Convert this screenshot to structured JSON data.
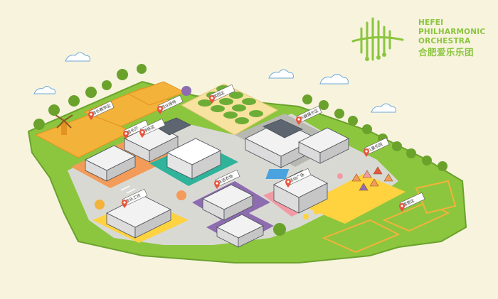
{
  "brand": {
    "line1": "HEFEI",
    "line2": "PHILHARMONIC",
    "line3": "ORCHESTRA",
    "chinese": "合肥爱乐乐团",
    "color": "#8bc53f"
  },
  "colors": {
    "background": "#f7f3dd",
    "grass": "#8cc63f",
    "grass_dark": "#6aa22c",
    "path": "#d9d9d4",
    "wheat": "#f3b23a",
    "farm": "#f8e2a0",
    "plot_green": "#6cae35",
    "zone_pink": "#f29aa4",
    "zone_purple": "#8e6cb0",
    "zone_yellow": "#ffd23f",
    "zone_teal": "#2fb39a",
    "zone_orange": "#f39c5a",
    "pin_red": "#e8553d",
    "building_white": "#f2f2f2",
    "roof_gray": "#5d6670"
  },
  "pins": [
    {
      "label": "音乐教学区"
    },
    {
      "label": "音乐厅"
    },
    {
      "label": "排练区"
    },
    {
      "label": "观众接待"
    },
    {
      "label": "菜园区"
    },
    {
      "label": "乐器展示区"
    },
    {
      "label": "音乐工坊"
    },
    {
      "label": "儿童乐园"
    },
    {
      "label": "露营区"
    },
    {
      "label": "生态农场"
    },
    {
      "label": "活动广场"
    }
  ],
  "icons": [
    "tree-icon",
    "cloud-icon",
    "windmill-icon",
    "bench-icon",
    "map-pin-icon"
  ]
}
